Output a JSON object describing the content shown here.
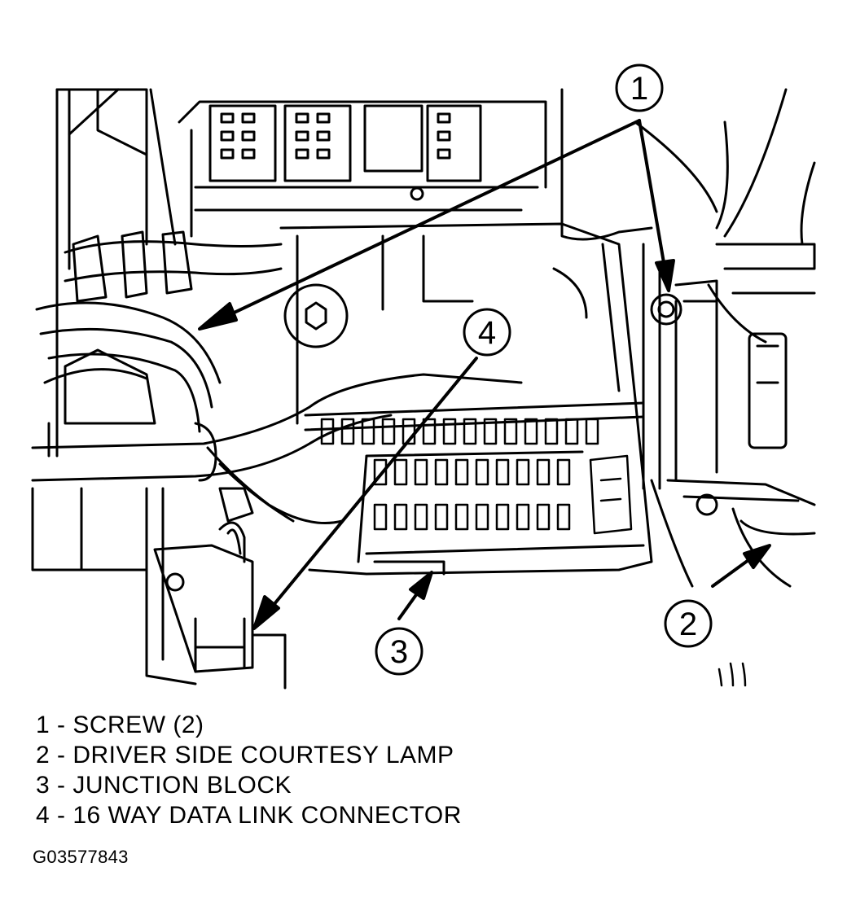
{
  "callouts": [
    {
      "number": "1",
      "label": "SCREW (2)"
    },
    {
      "number": "2",
      "label": "DRIVER SIDE COURTESY LAMP"
    },
    {
      "number": "3",
      "label": "JUNCTION BLOCK"
    },
    {
      "number": "4",
      "label": "16 WAY DATA LINK CONNECTOR"
    }
  ],
  "legend": [
    "1 - SCREW (2)",
    "2 - DRIVER SIDE COURTESY LAMP",
    "3 - JUNCTION BLOCK",
    "4 - 16 WAY DATA LINK CONNECTOR"
  ],
  "figure_id": "G03577843",
  "colors": {
    "line": "#000000",
    "background": "#ffffff"
  }
}
